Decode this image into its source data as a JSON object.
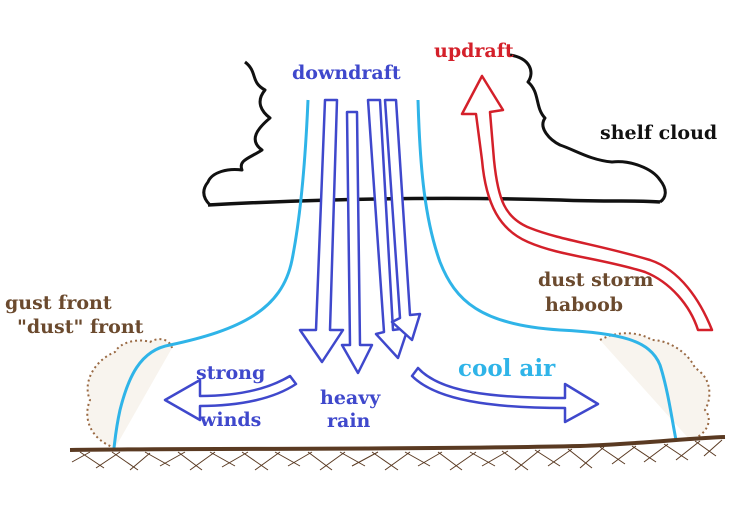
{
  "labels": {
    "downdraft": "downdraft",
    "updraft": "updraft",
    "shelf_cloud": "shelf cloud",
    "gust_front_line1": "gust front",
    "gust_front_line2": "\"dust\" front",
    "dust_storm_line1": "dust storm",
    "dust_storm_line2": "haboob",
    "strong": "strong",
    "winds": "winds",
    "heavy": "heavy",
    "rain": "rain",
    "cool_air": "cool air"
  },
  "colors": {
    "downdraft_arrows": "#3f48cc",
    "updraft_arrow": "#d4202a",
    "cool_air_boundary": "#2fb4e8",
    "cloud_outline": "#111111",
    "ground": "#5a3a22",
    "dust": "#9a6a44"
  }
}
